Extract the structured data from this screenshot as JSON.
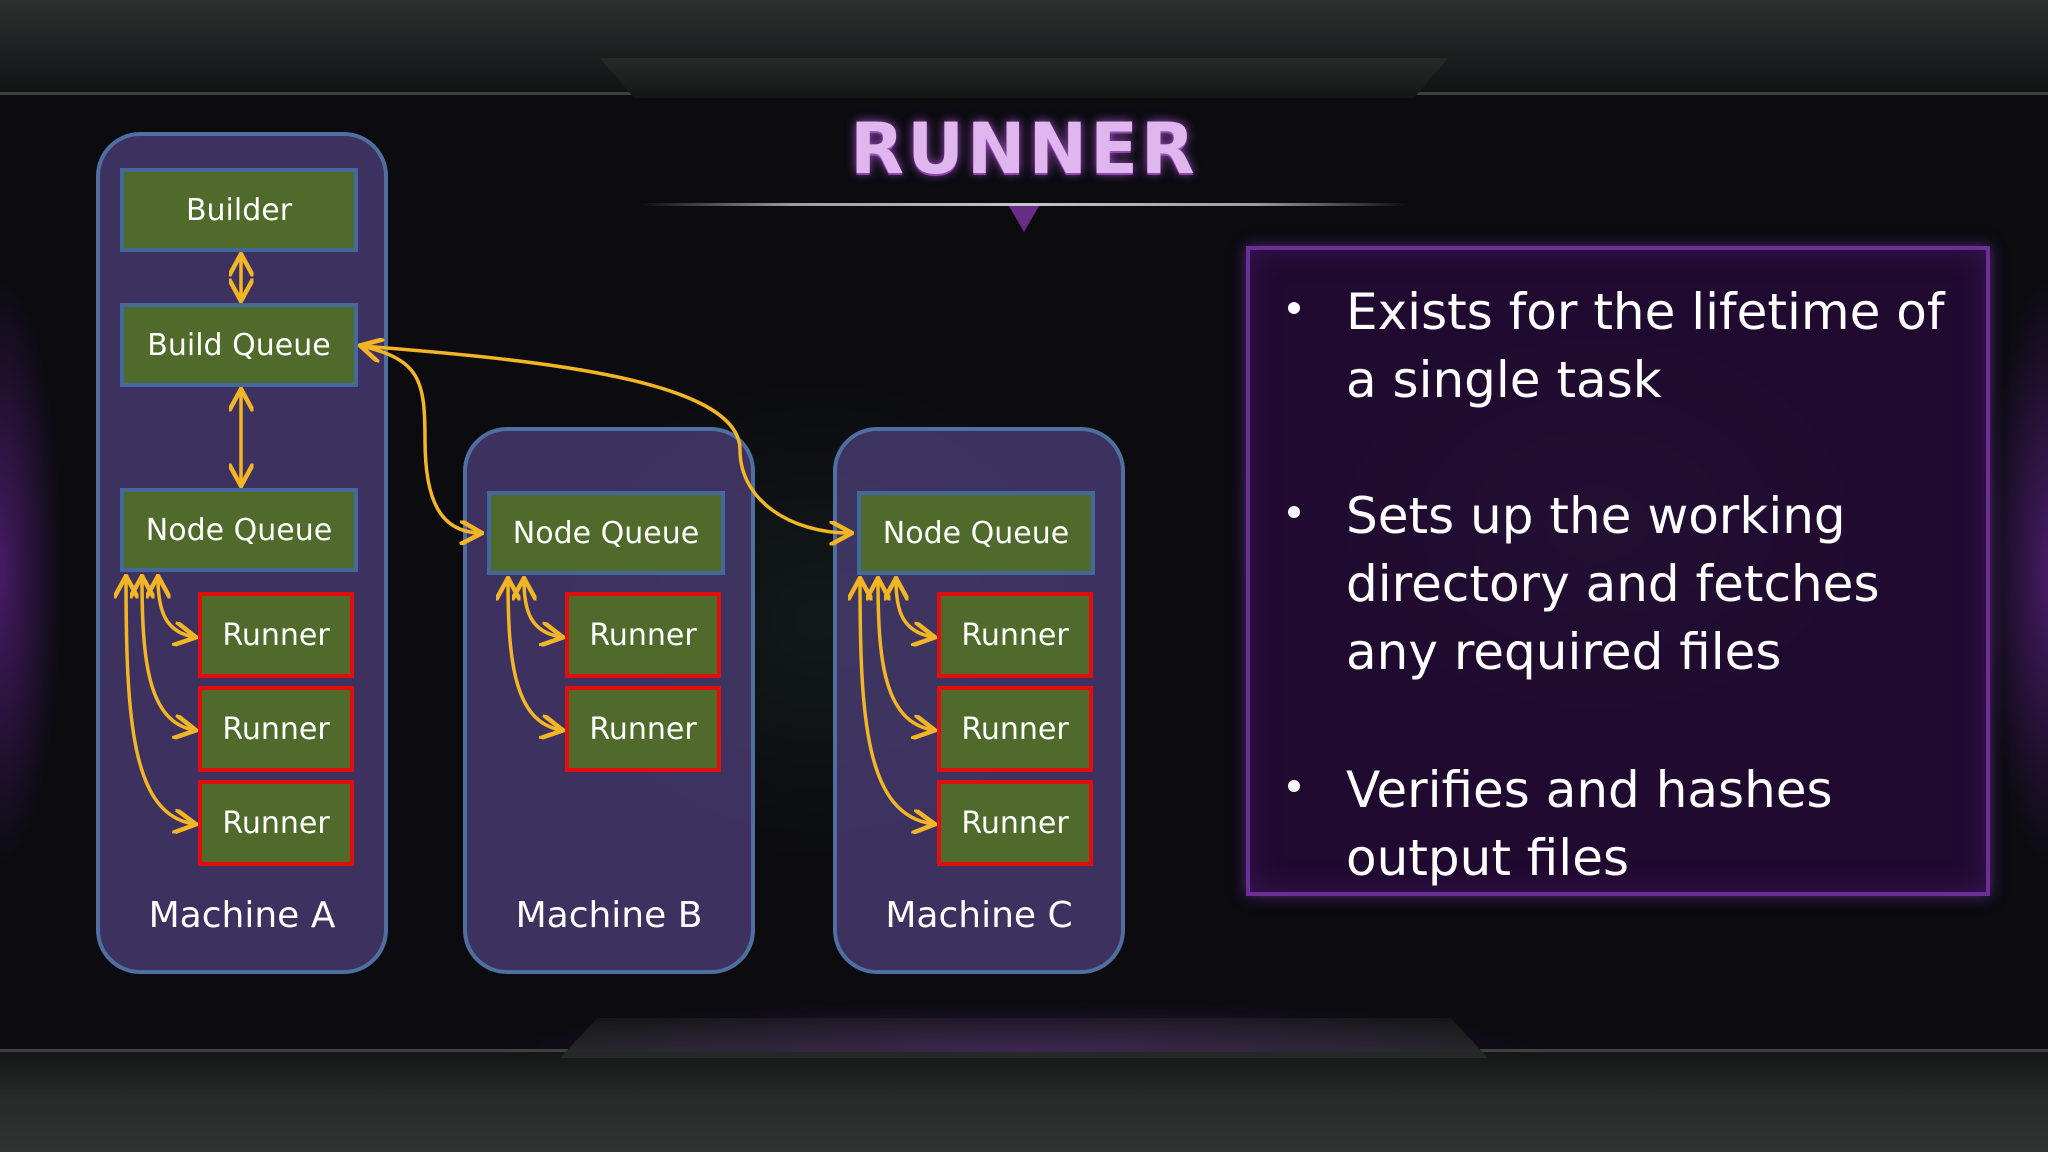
{
  "title": "RUNNER",
  "machines": [
    {
      "label": "Machine A",
      "builder": "Builder",
      "build_queue": "Build Queue",
      "node_queue": "Node Queue",
      "runners": [
        "Runner",
        "Runner",
        "Runner"
      ]
    },
    {
      "label": "Machine B",
      "node_queue": "Node Queue",
      "runners": [
        "Runner",
        "Runner"
      ]
    },
    {
      "label": "Machine C",
      "node_queue": "Node Queue",
      "runners": [
        "Runner",
        "Runner",
        "Runner"
      ]
    }
  ],
  "bullets": [
    "Exists for the lifetime of a single task",
    "Sets up the working directory and fetches any required files",
    "Verifies and hashes output files"
  ],
  "colors": {
    "queue_fill": "#4f6a2a",
    "queue_border": "#44679c",
    "runner_border": "#e20e0e",
    "arrow": "#f2b526",
    "machine_fill": "#4c3e76",
    "panel_border": "#6b2f95",
    "title": "#e0b6ef"
  }
}
